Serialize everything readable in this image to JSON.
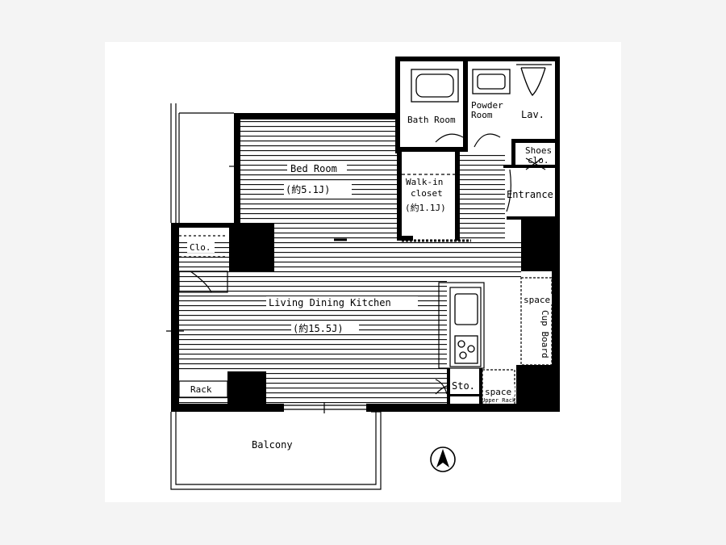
{
  "colors": {
    "wall": "#000000",
    "floor_hatch": "#000000",
    "background": "#ffffff",
    "page": "#f4f4f4"
  },
  "labels": {
    "bed_room": "Bed Room",
    "bed_room_area": "(約5.1J)",
    "walk_in_line1": "Walk-in",
    "walk_in_line2": "closet",
    "walk_in_area": "(約1.1J)",
    "bath_room": "Bath Room",
    "powder_line1": "Powder",
    "powder_line2": "Room",
    "lav": "Lav.",
    "shoes_line1": "Shoes",
    "shoes_line2": "clo.",
    "entrance": "Entrance",
    "clo": "Clo.",
    "ldk": "Living Dining Kitchen",
    "ldk_area": "(約15.5J)",
    "space_top": "space",
    "cup_board": "Cup Board",
    "sto": "Sto.",
    "space_bottom": "space",
    "upper_rack": "Upper Rack",
    "rack": "Rack",
    "balcony": "Balcony"
  },
  "icons": [
    "north-arrow-icon",
    "bathtub-icon",
    "sink-icon",
    "kitchen-sink-icon",
    "stove-icon"
  ]
}
